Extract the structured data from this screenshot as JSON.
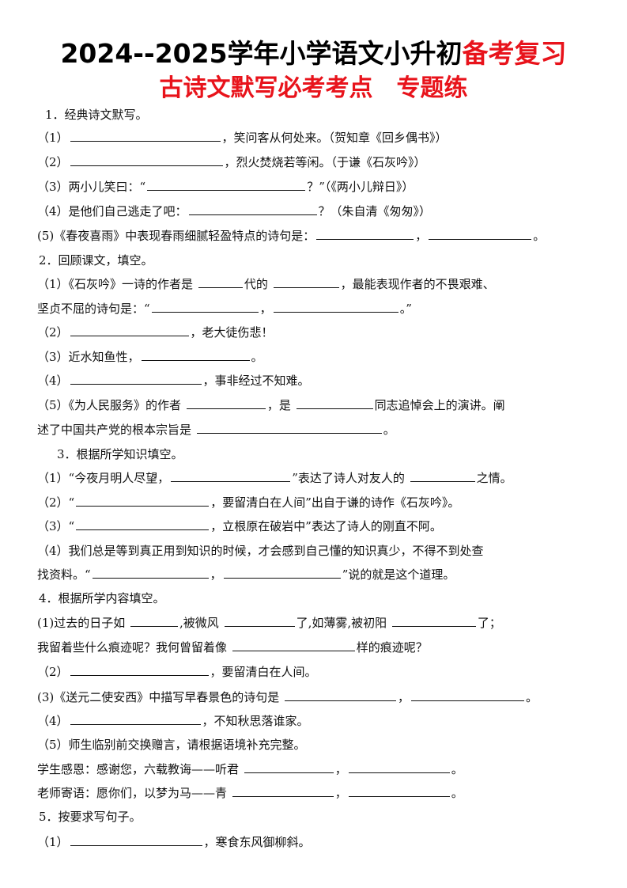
{
  "header": {
    "title_part1": "2024--2025学年小学语文小升初",
    "title_part2": "备考复习",
    "subtitle": "古诗文默写必考考点　专题练"
  },
  "lines": [
    {
      "id": "l1",
      "segments": [
        "1．经典诗文默写。"
      ]
    },
    {
      "id": "l2",
      "segments": [
        "（1）",
        null,
        "，笑问客从何处来。（贺知章《回乡偶书》）"
      ]
    },
    {
      "id": "l3",
      "segments": [
        "（2）",
        null,
        "，烈火焚烧若等闲。（于谦《石灰吟》）"
      ]
    },
    {
      "id": "l4",
      "segments": [
        "（3）两小儿笑曰：“",
        null,
        "？”（《两小儿辩日》）"
      ]
    },
    {
      "id": "l5",
      "segments": [
        "（4）是他们自己逃走了吧：",
        null,
        "？（朱自清《匆匆》）"
      ]
    },
    {
      "id": "l6",
      "segments": [
        "(5)《春夜喜雨》中表现春雨细腻轻盈特点的诗句是：",
        null,
        "，",
        null,
        "。"
      ]
    },
    {
      "id": "l7",
      "segments": [
        "2．回顾课文，填空。"
      ]
    },
    {
      "id": "l8",
      "segments": [
        "（1）《石灰吟》一诗的作者是 ",
        null,
        "代的 ",
        null,
        "，最能表现作者的不畏艰难、"
      ]
    },
    {
      "id": "l9",
      "segments": [
        "坚贞不屈的诗句是：“",
        null,
        "，",
        null,
        "。”"
      ]
    },
    {
      "id": "l10",
      "segments": [
        "（2）",
        null,
        "，老大徒伤悲！"
      ]
    },
    {
      "id": "l11",
      "segments": [
        "（3）近水知鱼性，",
        null,
        "。"
      ]
    },
    {
      "id": "l12",
      "segments": [
        "（4）",
        null,
        "，事非经过不知难。"
      ]
    },
    {
      "id": "l13",
      "segments": [
        "（5）《为人民服务》的作者 ",
        null,
        "，是 ",
        null,
        "同志追悼会上的演讲。阐"
      ]
    },
    {
      "id": "l14",
      "segments": [
        "述了中国共产党的根本宗旨是 ",
        null,
        "。"
      ]
    },
    {
      "id": "l15",
      "segments": [
        "3．根据所学知识填空。"
      ]
    },
    {
      "id": "l16",
      "segments": [
        "（1）“今夜月明人尽望，",
        null,
        "”表达了诗人对友人的 ",
        null,
        "之情。"
      ]
    },
    {
      "id": "l17",
      "segments": [
        "（2）“",
        null,
        "，要留清白在人间”出自于谦的诗作《石灰吟》。"
      ]
    },
    {
      "id": "l18",
      "segments": [
        "（3）“",
        null,
        "，立根原在破岩中”表达了诗人的刚直不阿。"
      ]
    },
    {
      "id": "l19",
      "segments": [
        "（4）我们总是等到真正用到知识的时候，才会感到自己懂的知识真少，不得不到处查"
      ]
    },
    {
      "id": "l20",
      "segments": [
        "找资料。“",
        null,
        "，",
        null,
        "”说的就是这个道理。"
      ]
    },
    {
      "id": "l21",
      "segments": [
        "4．根据所学内容填空。"
      ]
    },
    {
      "id": "l22",
      "segments": [
        "(1)过去的日子如 ",
        null,
        ",被微风 ",
        null,
        "了,如薄雾,被初阳 ",
        null,
        "了；"
      ]
    },
    {
      "id": "l23",
      "segments": [
        "我留着些什么痕迹呢？我何曾留着像 ",
        null,
        "样的痕迹呢？"
      ]
    },
    {
      "id": "l24",
      "segments": [
        "（2）",
        null,
        "，要留清白在人间。"
      ]
    },
    {
      "id": "l25",
      "segments": [
        "(3)《送元二使安西》中描写早春景色的诗句是 ",
        null,
        "，",
        null,
        "。"
      ]
    },
    {
      "id": "l26",
      "segments": [
        "（4）",
        null,
        "，不知秋思落谁家。"
      ]
    },
    {
      "id": "l27",
      "segments": [
        "（5）师生临别前交换赠言，请根据语境补充完整。"
      ]
    },
    {
      "id": "l28",
      "segments": [
        "学生感恩：感谢您，六载教诲——听君 ",
        null,
        "，",
        null,
        "。"
      ]
    },
    {
      "id": "l29",
      "segments": [
        "老师寄语：愿你们，以梦为马——青 ",
        null,
        "，",
        null,
        "。"
      ]
    },
    {
      "id": "l30",
      "segments": [
        "5．按要求写句子。"
      ]
    },
    {
      "id": "l31",
      "segments": [
        "（1）",
        null,
        "，寒食东风御柳斜。"
      ]
    }
  ]
}
